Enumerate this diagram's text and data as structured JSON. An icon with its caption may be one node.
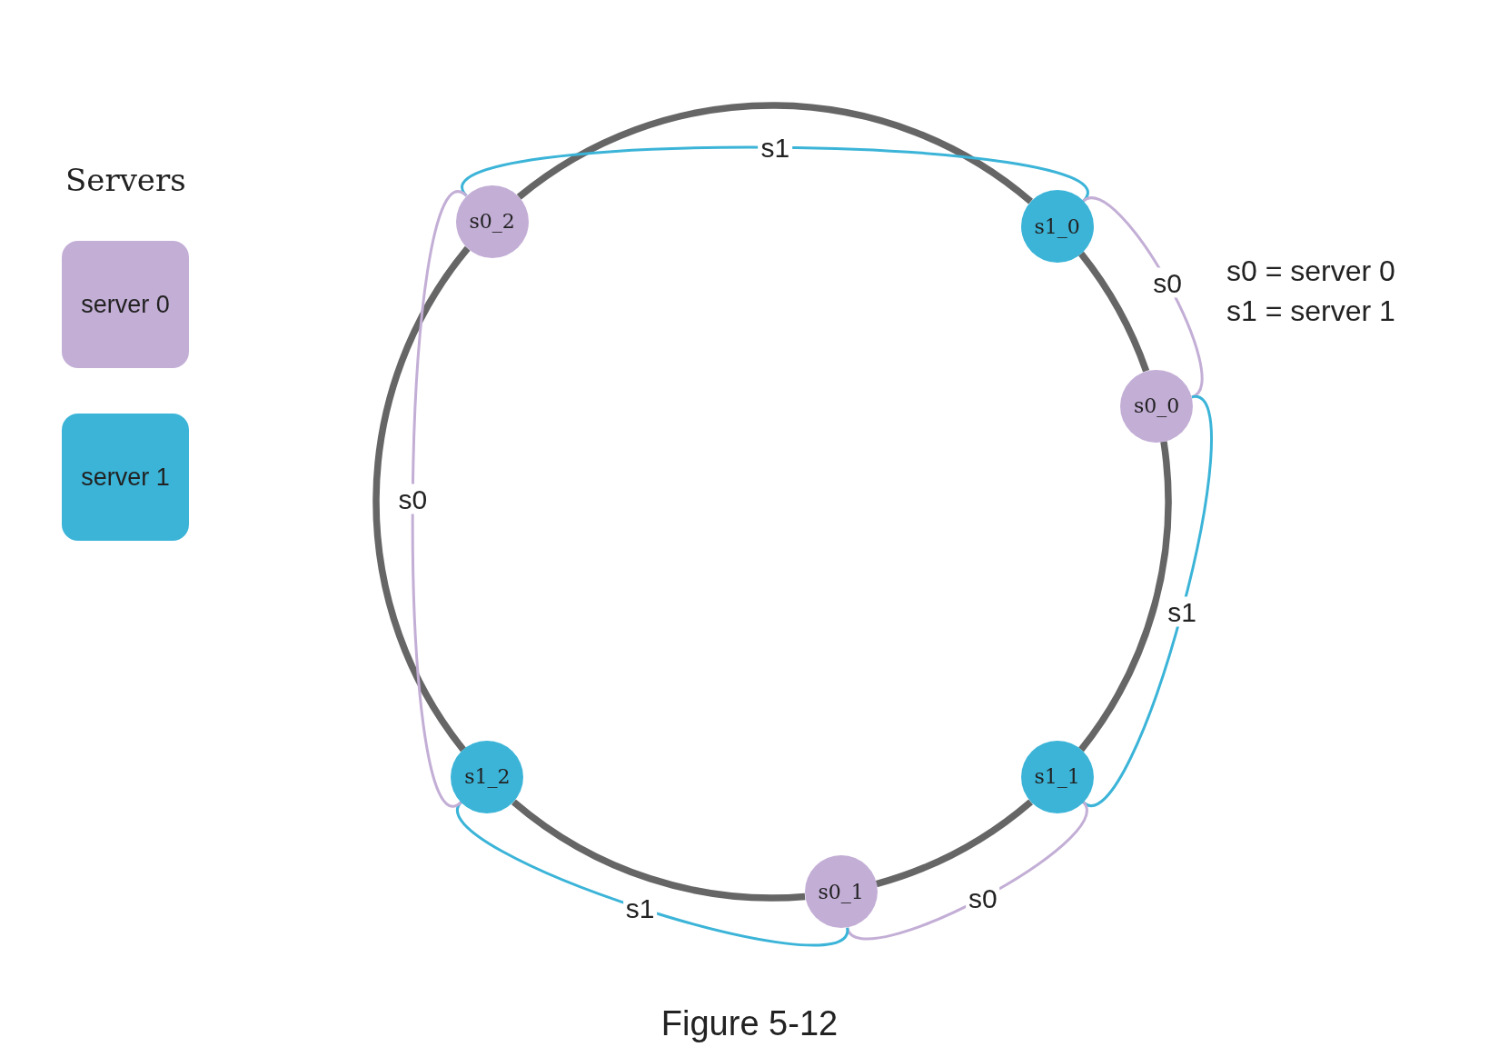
{
  "diagram": {
    "caption": "Figure 5-12",
    "nodes": [
      {
        "text": [
          "s0_2"
        ]
      },
      {
        "text": [
          "s1_0"
        ]
      },
      {
        "text": [
          "s0_0"
        ]
      },
      {
        "text": [
          "s1_1"
        ]
      },
      {
        "text": [
          "s0_1"
        ]
      },
      {
        "text": [
          "s1_2"
        ]
      }
    ],
    "edges": [
      {
        "from": 0,
        "to": 1,
        "arrow": "none",
        "style": "thick",
        "color": "#666666"
      },
      {
        "from": 1,
        "to": 2,
        "arrow": "none",
        "style": "thick",
        "color": "#666666"
      },
      {
        "from": 2,
        "to": 3,
        "arrow": "none",
        "style": "thick",
        "color": "#666666"
      },
      {
        "from": 3,
        "to": 4,
        "arrow": "none",
        "style": "thick",
        "color": "#666666"
      },
      {
        "from": 4,
        "to": 5,
        "arrow": "none",
        "style": "thick",
        "color": "#666666"
      },
      {
        "from": 5,
        "to": 0,
        "arrow": "none",
        "style": "thick",
        "color": "#666666"
      },
      {
        "from": 0,
        "to": 1,
        "arrow": "none",
        "label": "s1",
        "color": "#3bb4d8"
      },
      {
        "from": 1,
        "to": 2,
        "arrow": "none",
        "label": "s0",
        "color": "#c3aed6"
      },
      {
        "from": 2,
        "to": 3,
        "arrow": "none",
        "label": "s1",
        "color": "#3bb4d8"
      },
      {
        "from": 3,
        "to": 4,
        "arrow": "none",
        "label": "s0",
        "color": "#c3aed6"
      },
      {
        "from": 4,
        "to": 5,
        "arrow": "none",
        "label": "s1",
        "color": "#3bb4d8"
      },
      {
        "from": 5,
        "to": 0,
        "arrow": "none",
        "label": "s0",
        "color": "#c3aed6"
      }
    ],
    "labels": [
      "Servers",
      "s0 = server 0",
      "s1 = server 1"
    ],
    "legend": [
      {
        "text": "server 0",
        "color": "#c3aed6"
      },
      {
        "text": "server 1",
        "color": "#3bb4d8"
      }
    ]
  }
}
